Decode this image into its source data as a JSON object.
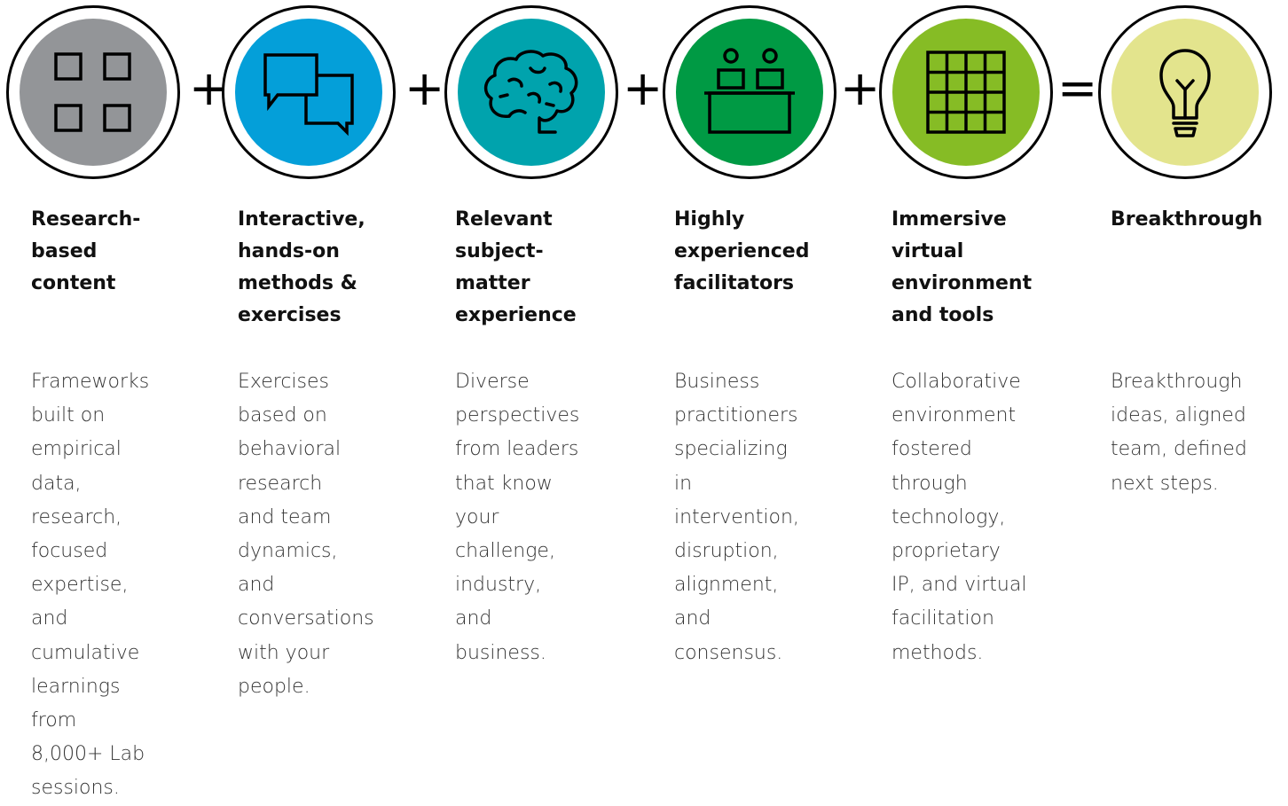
{
  "colors": {
    "research": "#939598",
    "interactive": "#049fd9",
    "relevant": "#00a3ad",
    "facilitators": "#009a44",
    "immersive": "#86bc25",
    "breakthrough": "#e3e48d"
  },
  "operators": [
    "+",
    "+",
    "+",
    "+",
    "="
  ],
  "columns": [
    {
      "icon": "grid-squares-icon",
      "title": "Research-\nbased\ncontent",
      "description": "Frameworks\nbuilt on\nempirical data,\nresearch,\nfocused\nexpertise, and\ncumulative\nlearnings from\n8,000+ Lab\nsessions."
    },
    {
      "icon": "chat-bubbles-icon",
      "title": "Interactive,\nhands-on\nmethods &\nexercises",
      "description": "Exercises\nbased on\nbehavioral\nresearch\nand team\ndynamics, and\nconversations\nwith your\npeople."
    },
    {
      "icon": "brain-icon",
      "title": "Relevant\nsubject-\nmatter\nexperience",
      "description": "Diverse\nperspectives\nfrom leaders\nthat know\nyour challenge,\nindustry, and\nbusiness."
    },
    {
      "icon": "facilitators-desk-icon",
      "title": "Highly\nexperienced\nfacilitators",
      "description": "Business\npractitioners\nspecializing in\nintervention,\ndisruption,\nalignment, and\nconsensus."
    },
    {
      "icon": "grid-table-icon",
      "title": "Immersive\nvirtual\nenvironment\nand tools",
      "description": "Collaborative\nenvironment\nfostered\nthrough\ntechnology,\nproprietary\nIP, and virtual\nfacilitation\nmethods."
    },
    {
      "icon": "lightbulb-icon",
      "title": "Breakthrough",
      "description": "Breakthrough\nideas, aligned\nteam, defined\nnext steps."
    }
  ]
}
